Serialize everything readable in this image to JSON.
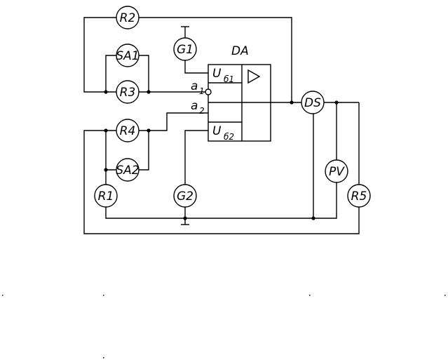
{
  "components": {
    "R1": "R1",
    "R2": "R2",
    "R3": "R3",
    "R4": "R4",
    "R5": "R5",
    "SA1": "SA1",
    "SA2": "SA2",
    "G1": "G1",
    "G2": "G2",
    "DS": "DS",
    "PV": "PV"
  },
  "amplifier": {
    "name": "DA",
    "input1": "a",
    "input1_sub": "1",
    "input2": "a",
    "input2_sub": "2",
    "supply1": "U",
    "supply1_sub": "б1",
    "supply2": "U",
    "supply2_sub": "б2"
  }
}
